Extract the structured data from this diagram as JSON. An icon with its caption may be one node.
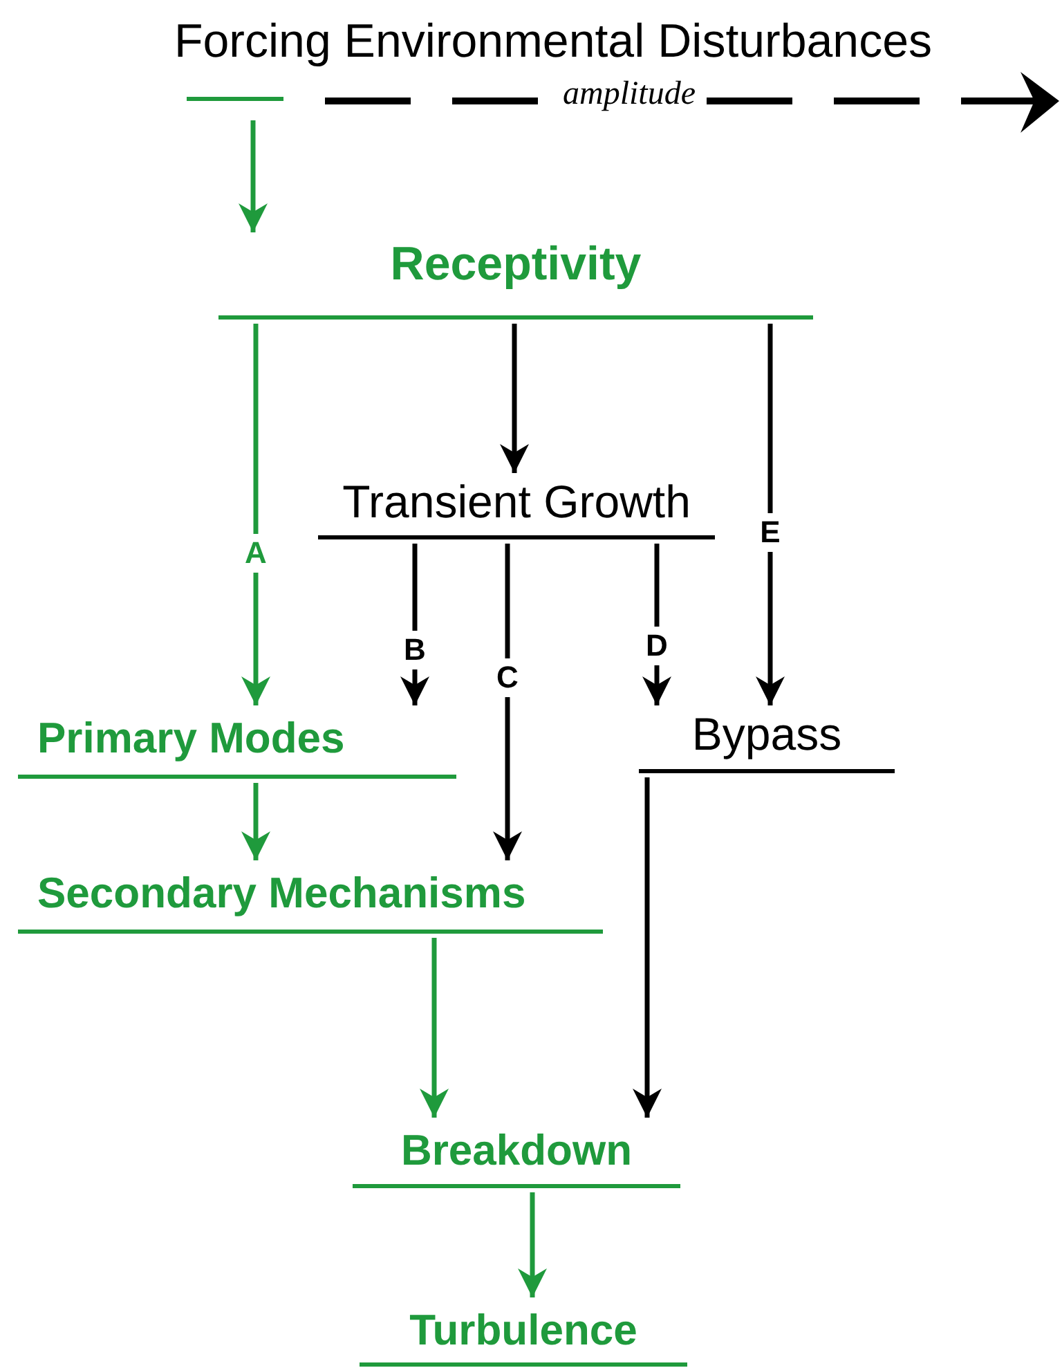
{
  "diagram": {
    "nodes": [
      {
        "text": [
          "Forcing Environmental Disturbances"
        ]
      },
      {
        "text": [
          "Receptivity"
        ]
      },
      {
        "text": [
          "Transient Growth"
        ]
      },
      {
        "text": [
          "Primary Modes"
        ]
      },
      {
        "text": [
          "Bypass"
        ]
      },
      {
        "text": [
          "Secondary Mechanisms"
        ]
      },
      {
        "text": [
          "Breakdown"
        ]
      },
      {
        "text": [
          "Turbulence"
        ]
      }
    ],
    "edges": [
      {
        "from": 0,
        "to": 1,
        "arrow": "to",
        "color": "#1f9a3c"
      },
      {
        "from": 1,
        "to": 3,
        "arrow": "to",
        "label": "A",
        "color": "#1f9a3c"
      },
      {
        "from": 1,
        "to": 2,
        "arrow": "to"
      },
      {
        "from": 1,
        "to": 4,
        "arrow": "to",
        "label": "E"
      },
      {
        "from": 2,
        "to": 3,
        "arrow": "to",
        "label": "B"
      },
      {
        "from": 2,
        "to": 5,
        "arrow": "to",
        "label": "C"
      },
      {
        "from": 2,
        "to": 4,
        "arrow": "to",
        "label": "D"
      },
      {
        "from": 3,
        "to": 5,
        "arrow": "to",
        "color": "#1f9a3c"
      },
      {
        "from": 5,
        "to": 6,
        "arrow": "to",
        "color": "#1f9a3c"
      },
      {
        "from": 4,
        "to": 6,
        "arrow": "to"
      },
      {
        "from": 6,
        "to": 7,
        "arrow": "to",
        "color": "#1f9a3c"
      }
    ],
    "labels": [
      "amplitude"
    ]
  }
}
